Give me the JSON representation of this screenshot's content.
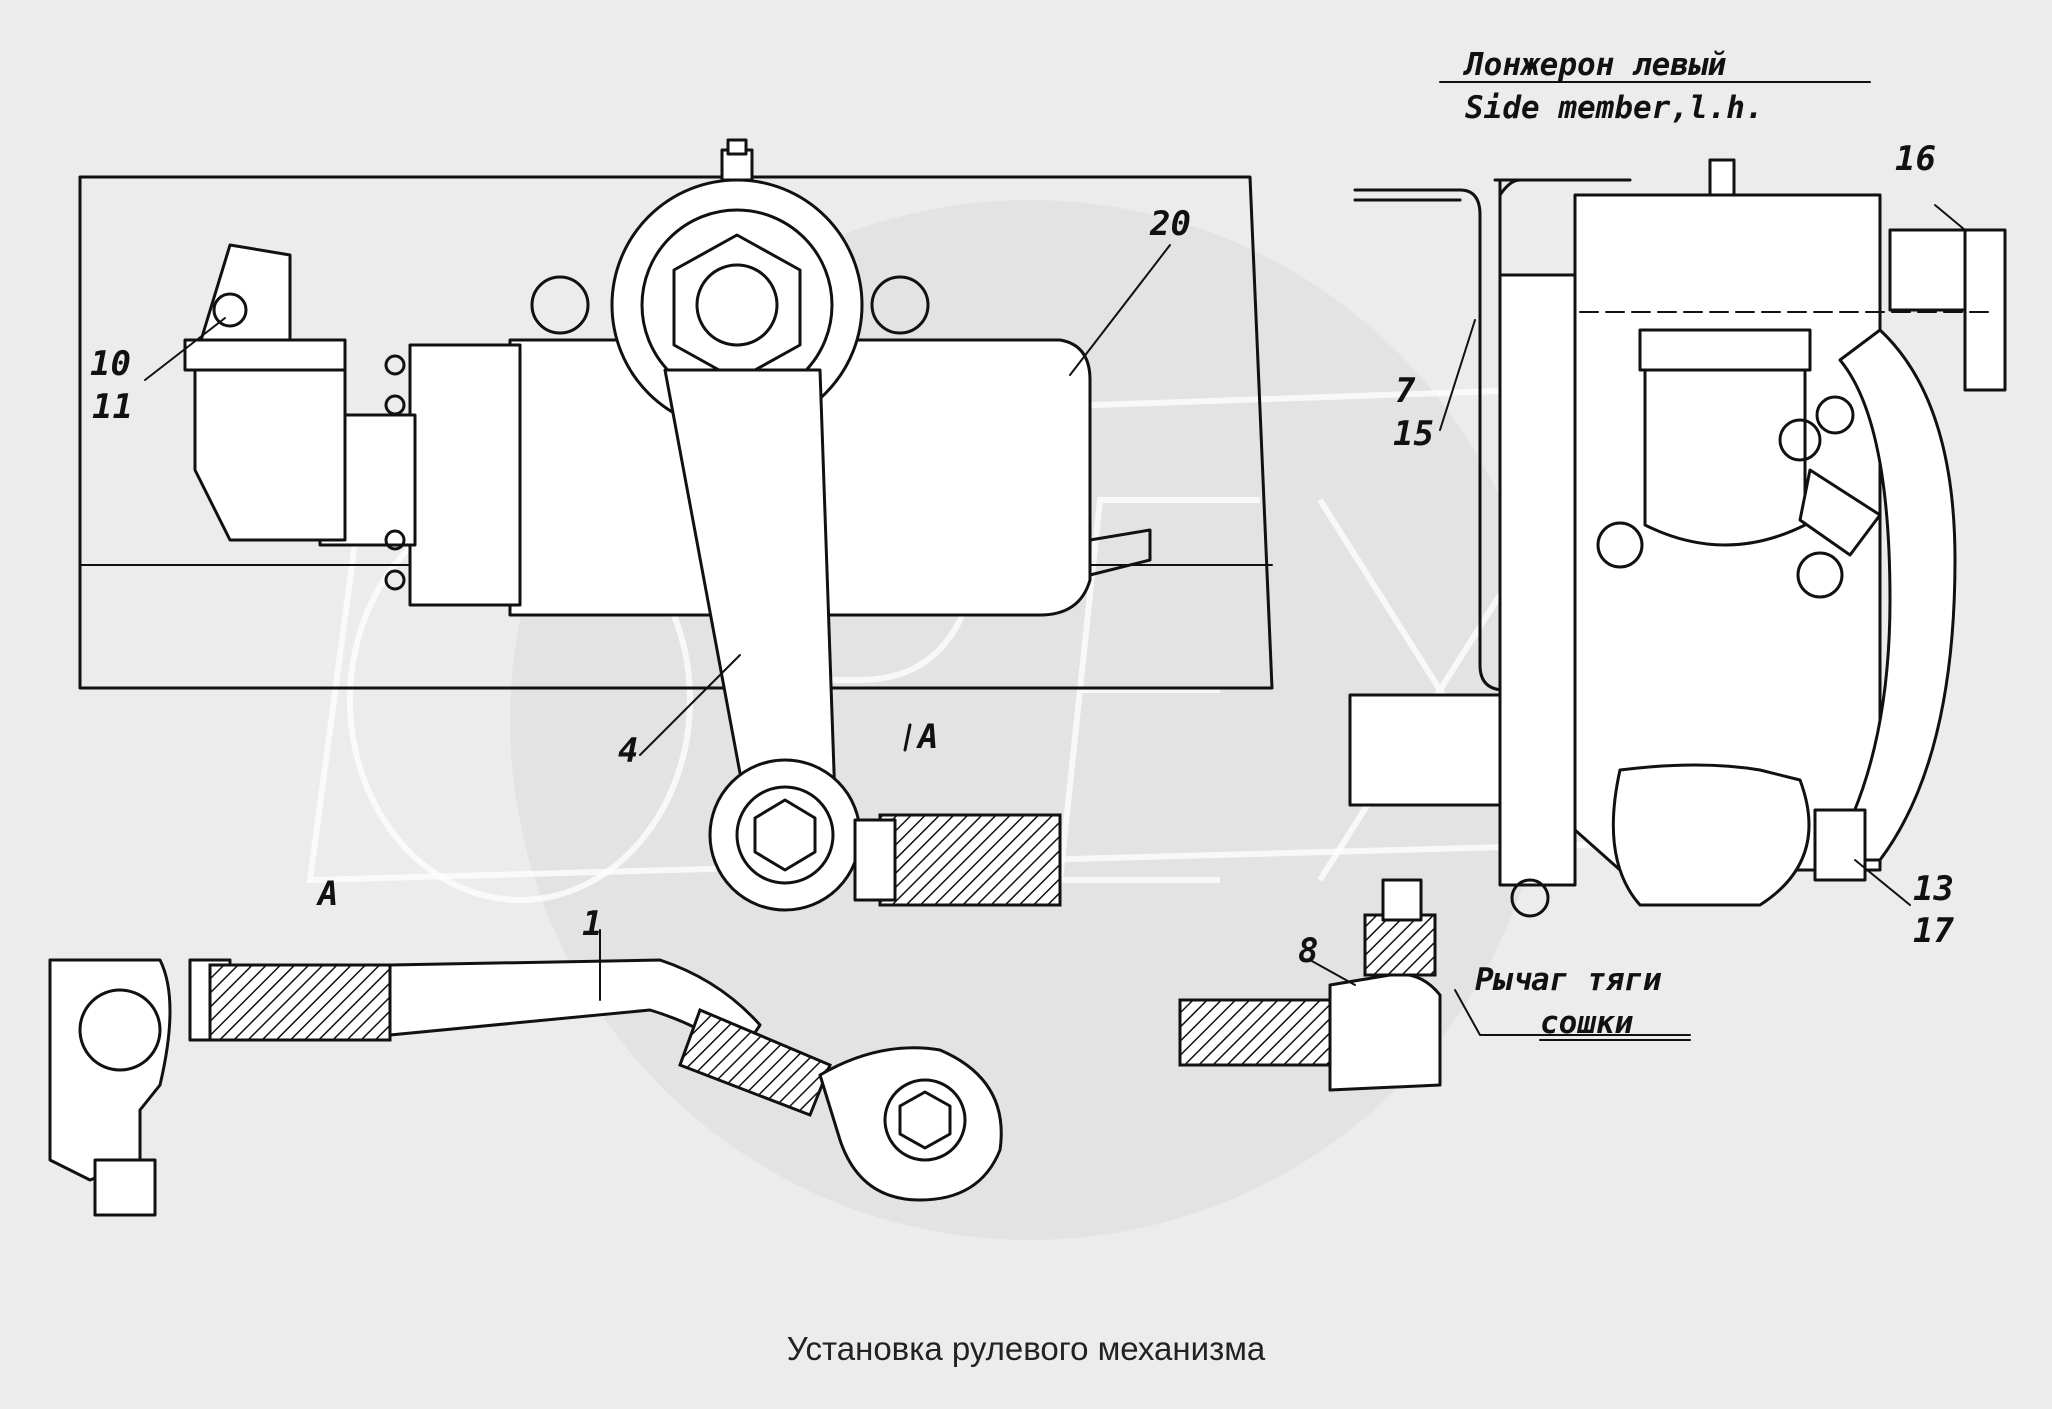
{
  "caption": "Установка рулевого механизма",
  "callouts": {
    "c1": "1",
    "c4": "4",
    "c7": "7",
    "c15": "15",
    "c8": "8",
    "c10": "10",
    "c11": "11",
    "c13": "13",
    "c17": "17",
    "c16": "16",
    "c20": "20"
  },
  "view": {
    "arrow_label": "A",
    "section_label": "A"
  },
  "notes": {
    "side_member_ru": "Лонжерон левый",
    "side_member_en": "Side member,l.h.",
    "lever_line1": "Рычаг тяги",
    "lever_line2": "сошки"
  },
  "watermark": {
    "text": "OPEX"
  },
  "colors": {
    "background": "#ececec",
    "line": "#111111",
    "watermark": "#d9d9d9"
  }
}
